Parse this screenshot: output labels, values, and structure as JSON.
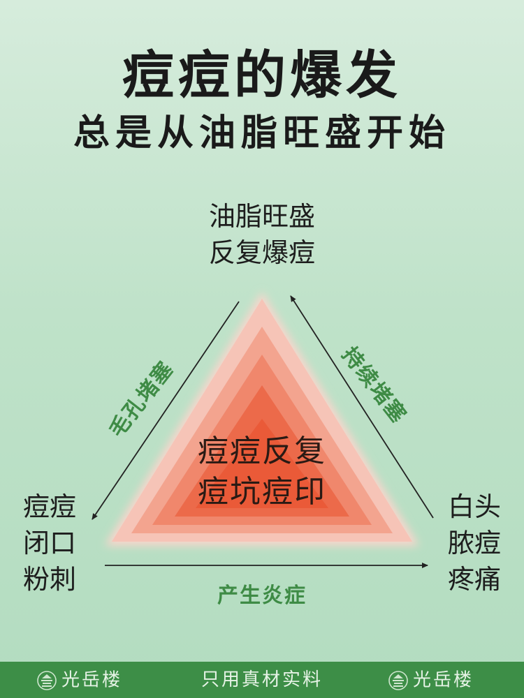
{
  "title": {
    "line1": "痘痘的爆发",
    "line2": "总是从油脂旺盛开始"
  },
  "nodes": {
    "top": {
      "line1": "油脂旺盛",
      "line2": "反复爆痘"
    },
    "left": {
      "line1": "痘痘",
      "line2": "闭口",
      "line3": "粉刺"
    },
    "right": {
      "line1": "白头",
      "line2": "脓痘",
      "line3": "疼痛"
    }
  },
  "edges": {
    "left": "毛孔堵塞",
    "right": "持续堵塞",
    "bottom": "产生炎症"
  },
  "center": {
    "line1": "痘痘反复",
    "line2": "痘坑痘印"
  },
  "footer": {
    "left": "光岳楼",
    "middle": "只用真材实料",
    "right": "光岳楼"
  },
  "colors": {
    "accent_green": "#3e8b45",
    "footer_green": "#3d8e47",
    "triangle_outer": "#f6c8bd",
    "triangle_core": "#ee5a3a"
  }
}
